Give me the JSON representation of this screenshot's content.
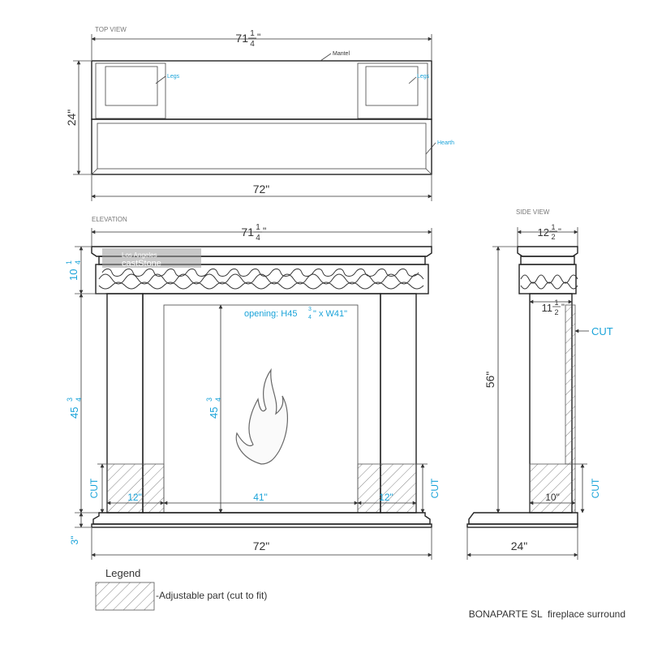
{
  "views": {
    "top": "TOP VIEW",
    "elevation": "ELEVATION",
    "side": "SIDE VIEW"
  },
  "top_view": {
    "width_top": {
      "whole": "71",
      "num": "1",
      "den": "4",
      "unit": "\""
    },
    "depth": "24\"",
    "width_bottom": "72\"",
    "labels": {
      "mantel": "Mantel",
      "legs_left": "Legs",
      "legs_right": "Legs",
      "hearth": "Hearth"
    }
  },
  "elevation_view": {
    "width_top": {
      "whole": "71",
      "num": "1",
      "den": "4",
      "unit": "\""
    },
    "frieze_height": {
      "whole": "10",
      "num": "1",
      "den": "4",
      "unit": "\""
    },
    "leg_height": {
      "whole": "45",
      "num": "3",
      "den": "4",
      "unit": "\""
    },
    "opening_height": {
      "whole": "45",
      "num": "3",
      "den": "4",
      "unit": "\""
    },
    "opening_note": {
      "prefix": "opening: H45 ",
      "num": "3",
      "den": "4",
      "suffix": "\" x W41\""
    },
    "left_leg_width": "12\"",
    "opening_width": "41\"",
    "right_leg_width": "12\"",
    "cut_left": "CUT",
    "cut_right": "CUT",
    "hearth_height": "3\"",
    "width_bottom": "72\""
  },
  "side_view": {
    "depth_top": {
      "whole": "12",
      "num": "1",
      "den": "2",
      "unit": "\""
    },
    "depth_mid": {
      "whole": "11",
      "num": "1",
      "den": "2",
      "unit": "\""
    },
    "cut_upper": "CUT",
    "height": "56\"",
    "leg_depth": "10\"",
    "cut_lower": "CUT",
    "depth_bottom": "24\""
  },
  "watermark": {
    "line1": "Los Angeles",
    "line2": "castStone"
  },
  "legend": {
    "title": "Legend",
    "text": "-Adjustable part (cut to fit)"
  },
  "product_title": "BONAPARTE SL  fireplace surround"
}
